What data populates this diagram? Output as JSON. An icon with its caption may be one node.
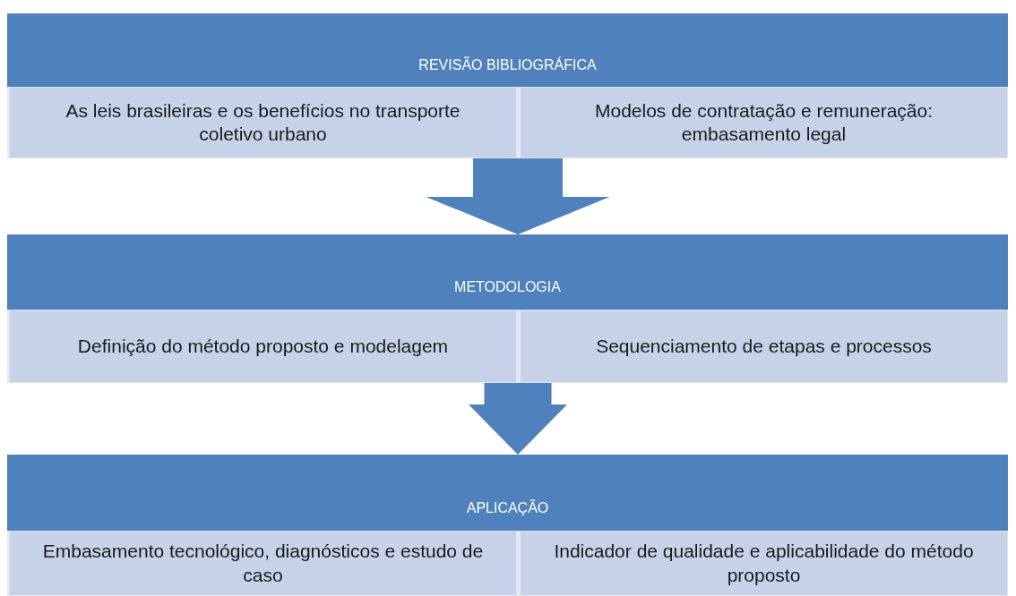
{
  "diagram": {
    "nodes": [
      {
        "text": [
          "REVISÃO BIBLIOGRÁFICA"
        ]
      },
      {
        "text": [
          "As leis brasileiras e os benefícios no transporte coletivo urbano"
        ],
        "in": 0
      },
      {
        "text": [
          "Modelos de contratação e remuneração: embasamento legal"
        ],
        "in": 0
      },
      {
        "text": [
          "METODOLOGIA"
        ]
      },
      {
        "text": [
          "Definição do método proposto e modelagem"
        ],
        "in": 3
      },
      {
        "text": [
          "Sequenciamento de etapas e processos"
        ],
        "in": 3
      },
      {
        "text": [
          "APLICAÇÃO"
        ]
      },
      {
        "text": [
          "Embasamento tecnológico, diagnósticos e estudo de caso"
        ],
        "in": 6
      },
      {
        "text": [
          "Indicador de qualidade e aplicabilidade do método proposto"
        ],
        "in": 6
      }
    ],
    "edges": [
      {
        "from": 0,
        "to": 3,
        "arrow": "to"
      },
      {
        "from": 3,
        "to": 6,
        "arrow": "to"
      }
    ]
  }
}
